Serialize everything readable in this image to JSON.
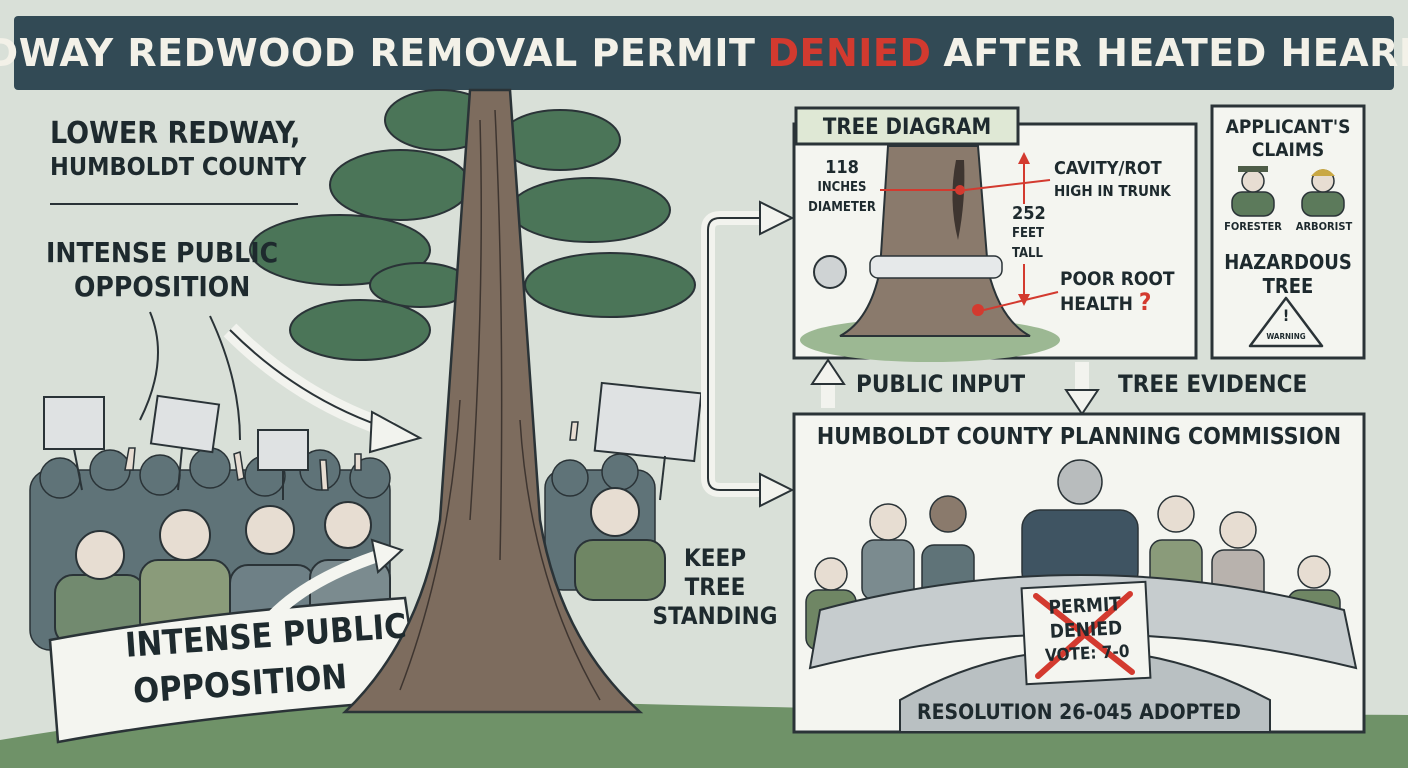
{
  "headline": {
    "before": "REDWAY REDWOOD REMOVAL PERMIT",
    "highlight": "DENIED",
    "after": "AFTER HEATED HEARING"
  },
  "location": {
    "line1": "LOWER REDWAY,",
    "line2": "HUMBOLDT COUNTY"
  },
  "opposition_label": {
    "line1": "INTENSE PUBLIC",
    "line2": "OPPOSITION"
  },
  "banner_sign": {
    "line1": "INTENSE PUBLIC",
    "line2": "OPPOSITION"
  },
  "keep_tree": {
    "line1": "KEEP",
    "line2": "TREE",
    "line3": "STANDING"
  },
  "tree_diagram": {
    "title": "TREE DIAGRAM",
    "diameter": {
      "value": "118",
      "unit1": "INCHES",
      "unit2": "DIAMETER"
    },
    "height": {
      "value": "252",
      "unit1": "FEET",
      "unit2": "TALL"
    },
    "cavity": {
      "line1": "CAVITY/ROT",
      "line2": "HIGH IN TRUNK"
    },
    "root": {
      "line1": "POOR ROOT",
      "line2": "HEALTH",
      "mark": "?"
    }
  },
  "claims": {
    "title_line1": "APPLICANT'S",
    "title_line2": "CLAIMS",
    "roles": [
      "FORESTER",
      "ARBORIST"
    ],
    "finding_line1": "HAZARDOUS",
    "finding_line2": "TREE",
    "warning": "WARNING"
  },
  "flows": {
    "public_input": "PUBLIC INPUT",
    "tree_evidence": "TREE EVIDENCE"
  },
  "commission": {
    "title": "HUMBOLDT COUNTY PLANNING COMMISSION",
    "stamp_line1": "PERMIT",
    "stamp_line2": "DENIED",
    "vote": "VOTE: 7-0",
    "resolution": "RESOLUTION 26-045 ADOPTED"
  },
  "colors": {
    "banner": "#324a55",
    "denied": "#d33a2f",
    "ink": "#1e2a2e",
    "foliage": "#4b7558",
    "trunk": "#7d6c5e"
  }
}
